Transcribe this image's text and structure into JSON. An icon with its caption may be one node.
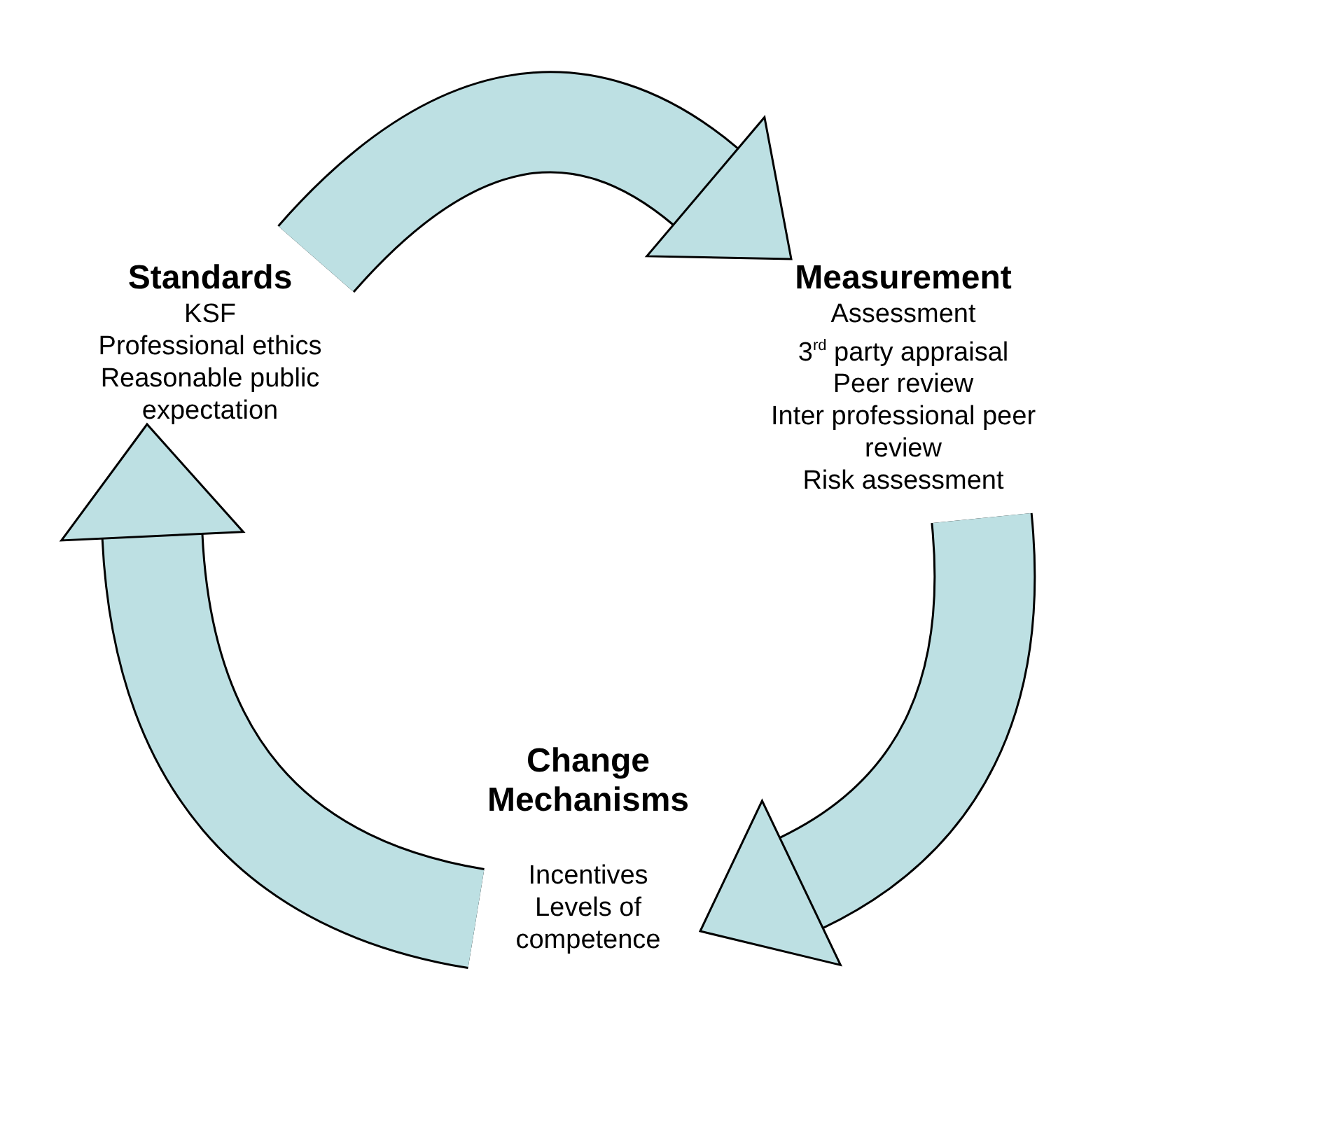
{
  "diagram": {
    "nodes": [
      {
        "text": [
          "Standards",
          "KSF",
          "Professional ethics",
          "Reasonable public expectation"
        ]
      },
      {
        "text": [
          "Measurement",
          "Assessment",
          "3$^{rd}$ party appraisal",
          "Peer review",
          "Inter professional peer review",
          "Risk assessment"
        ]
      },
      {
        "text": [
          "Change Mechanisms",
          "Incentives",
          "Levels of competence"
        ]
      }
    ],
    "edges": [
      {
        "from": 0,
        "to": 1,
        "arrow": "to"
      },
      {
        "from": 1,
        "to": 2,
        "arrow": "to"
      },
      {
        "from": 2,
        "to": 0,
        "arrow": "to"
      }
    ]
  }
}
